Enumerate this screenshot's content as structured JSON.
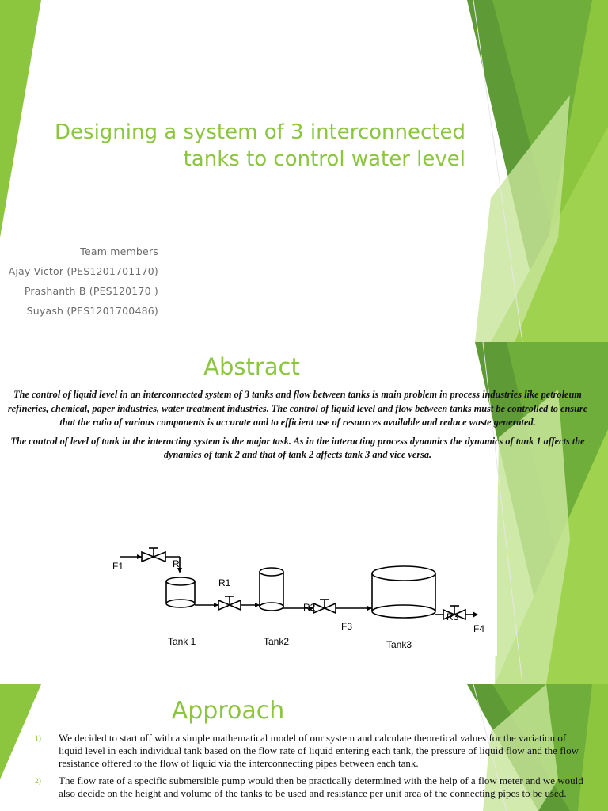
{
  "slide1": {
    "title": "Designing a system of 3 interconnected tanks to control water level",
    "team_heading": "Team members",
    "members": [
      "Ajay Victor (PES1201701170)",
      "Prashanth B (PES120170  )",
      "Suyash (PES1201700486)"
    ]
  },
  "slide2": {
    "heading": "Abstract",
    "paragraphs": [
      "The control of liquid level in an interconnected system of 3 tanks and flow between tanks is main problem in process industries like petroleum refineries, chemical, paper industries, water treatment industries. The control of liquid level and flow between tanks must be controlled to ensure  that the ratio of various components is accurate and to efficient use of resources available and reduce waste generated.",
      "The control of level of tank in the interacting system is the major task. As in the interacting process dynamics the dynamics of tank 1 affects the dynamics of tank 2 and that of tank 2 affects tank 3 and vice versa."
    ],
    "diagram": {
      "labels": {
        "f1": "F1",
        "r": "R",
        "r1": "R1",
        "r2": "R2",
        "r3": "R3",
        "f3": "F3",
        "f4": "F4",
        "tank1": "Tank 1",
        "tank2": "Tank2",
        "tank3": "Tank3"
      }
    }
  },
  "slide3": {
    "heading": "Approach",
    "items": [
      {
        "number": "1)",
        "text": "We decided to start off with a simple mathematical model of our system and calculate theoretical values for the variation of liquid level in each individual tank based on the flow rate of liquid entering each tank, the pressure of liquid flow and the flow resistance offered to the flow of liquid via the interconnecting pipes between each tank."
      },
      {
        "number": "2)",
        "text": "The flow rate of a specific submersible pump would then be practically determined with the help of a flow meter and we would also decide on the height and volume of the tanks to be used and resistance per unit area of the connecting pipes to be used."
      }
    ]
  },
  "colors": {
    "accent_green": "#8cc63f",
    "dark_green": "#5e9a35",
    "light_green": "#c7e59a"
  }
}
